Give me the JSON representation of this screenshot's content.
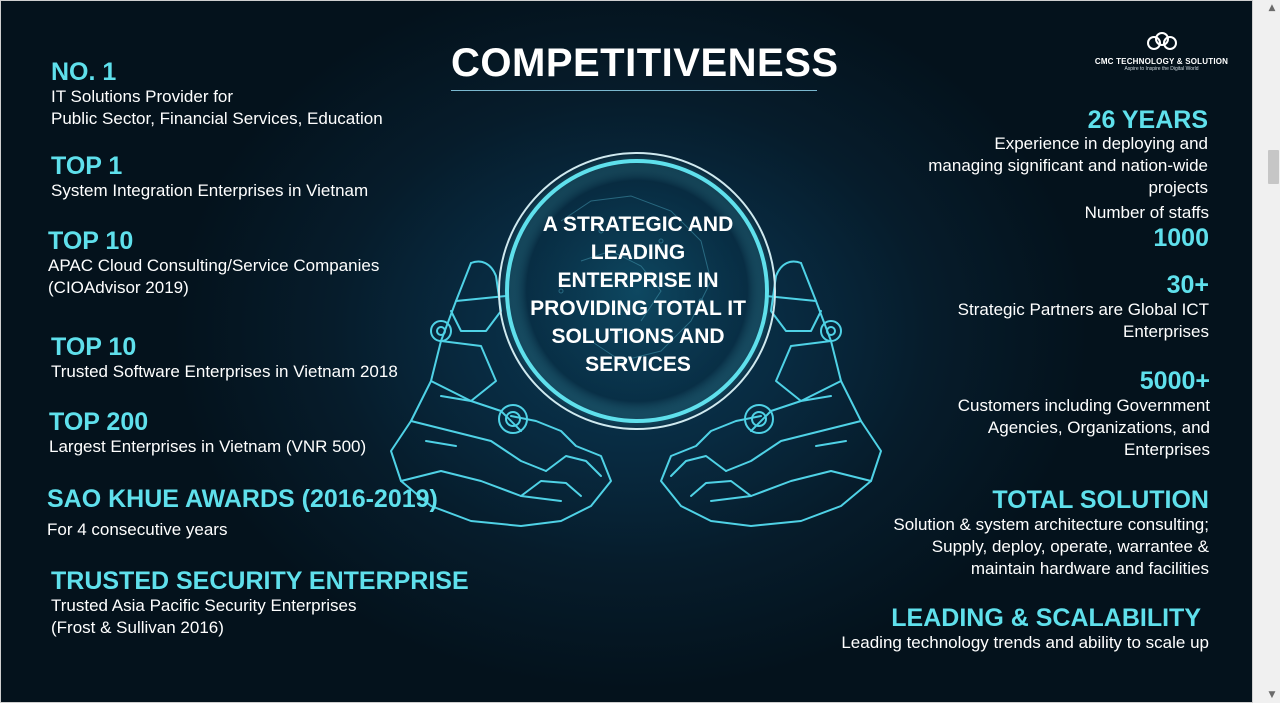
{
  "title": "COMPETITIVENESS",
  "logo": {
    "name": "CMC TECHNOLOGY & SOLUTION",
    "tagline": "Aspire to Inspire the Digital World"
  },
  "center_statement": "A STRATEGIC AND LEADING ENTERPRISE IN PROVIDING TOTAL IT SOLUTIONS AND SERVICES",
  "left_items": [
    {
      "heading": "NO. 1",
      "desc_lines": [
        "IT Solutions Provider for",
        "Public Sector, Financial Services, Education"
      ]
    },
    {
      "heading": "TOP 1",
      "desc_lines": [
        "System Integration Enterprises in Vietnam"
      ]
    },
    {
      "heading": "TOP 10",
      "desc_lines": [
        "APAC Cloud Consulting/Service Companies",
        "(CIOAdvisor 2019)"
      ]
    },
    {
      "heading": "TOP 10",
      "desc_lines": [
        "Trusted Software Enterprises in Vietnam 2018"
      ]
    },
    {
      "heading": "TOP 200",
      "desc_lines": [
        "Largest Enterprises in Vietnam (VNR 500)"
      ]
    },
    {
      "heading": "SAO KHUE AWARDS (2016-2019)",
      "desc_lines": [
        "For 4 consecutive years"
      ]
    },
    {
      "heading": "TRUSTED SECURITY ENTERPRISE",
      "desc_lines": [
        "Trusted Asia Pacific Security Enterprises",
        "(Frost & Sullivan 2016)"
      ]
    }
  ],
  "right_items": [
    {
      "heading": "26 YEARS",
      "desc_lines": [
        "Experience in deploying and",
        "managing significant and nation-wide",
        "projects"
      ]
    },
    {
      "label": "Number of staffs",
      "heading": "1000"
    },
    {
      "heading": "30+",
      "desc_lines": [
        "Strategic Partners are Global ICT",
        "Enterprises"
      ]
    },
    {
      "heading": "5000+",
      "desc_lines": [
        "Customers including Government",
        "Agencies, Organizations, and",
        "Enterprises"
      ]
    },
    {
      "heading": "TOTAL SOLUTION",
      "desc_lines": [
        "Solution & system architecture consulting;",
        "Supply, deploy, operate, warrantee &",
        "maintain hardware and facilities"
      ]
    },
    {
      "heading": "LEADING & SCALABILITY",
      "desc_lines": [
        "Leading technology trends and ability to scale up"
      ]
    }
  ],
  "colors": {
    "accent": "#5fe0ec",
    "background": "#061c2b",
    "text": "#ffffff"
  },
  "icons": [
    "cloud-logo-icon",
    "robot-hands-icon",
    "globe-icon",
    "scroll-up-icon",
    "scroll-down-icon"
  ]
}
